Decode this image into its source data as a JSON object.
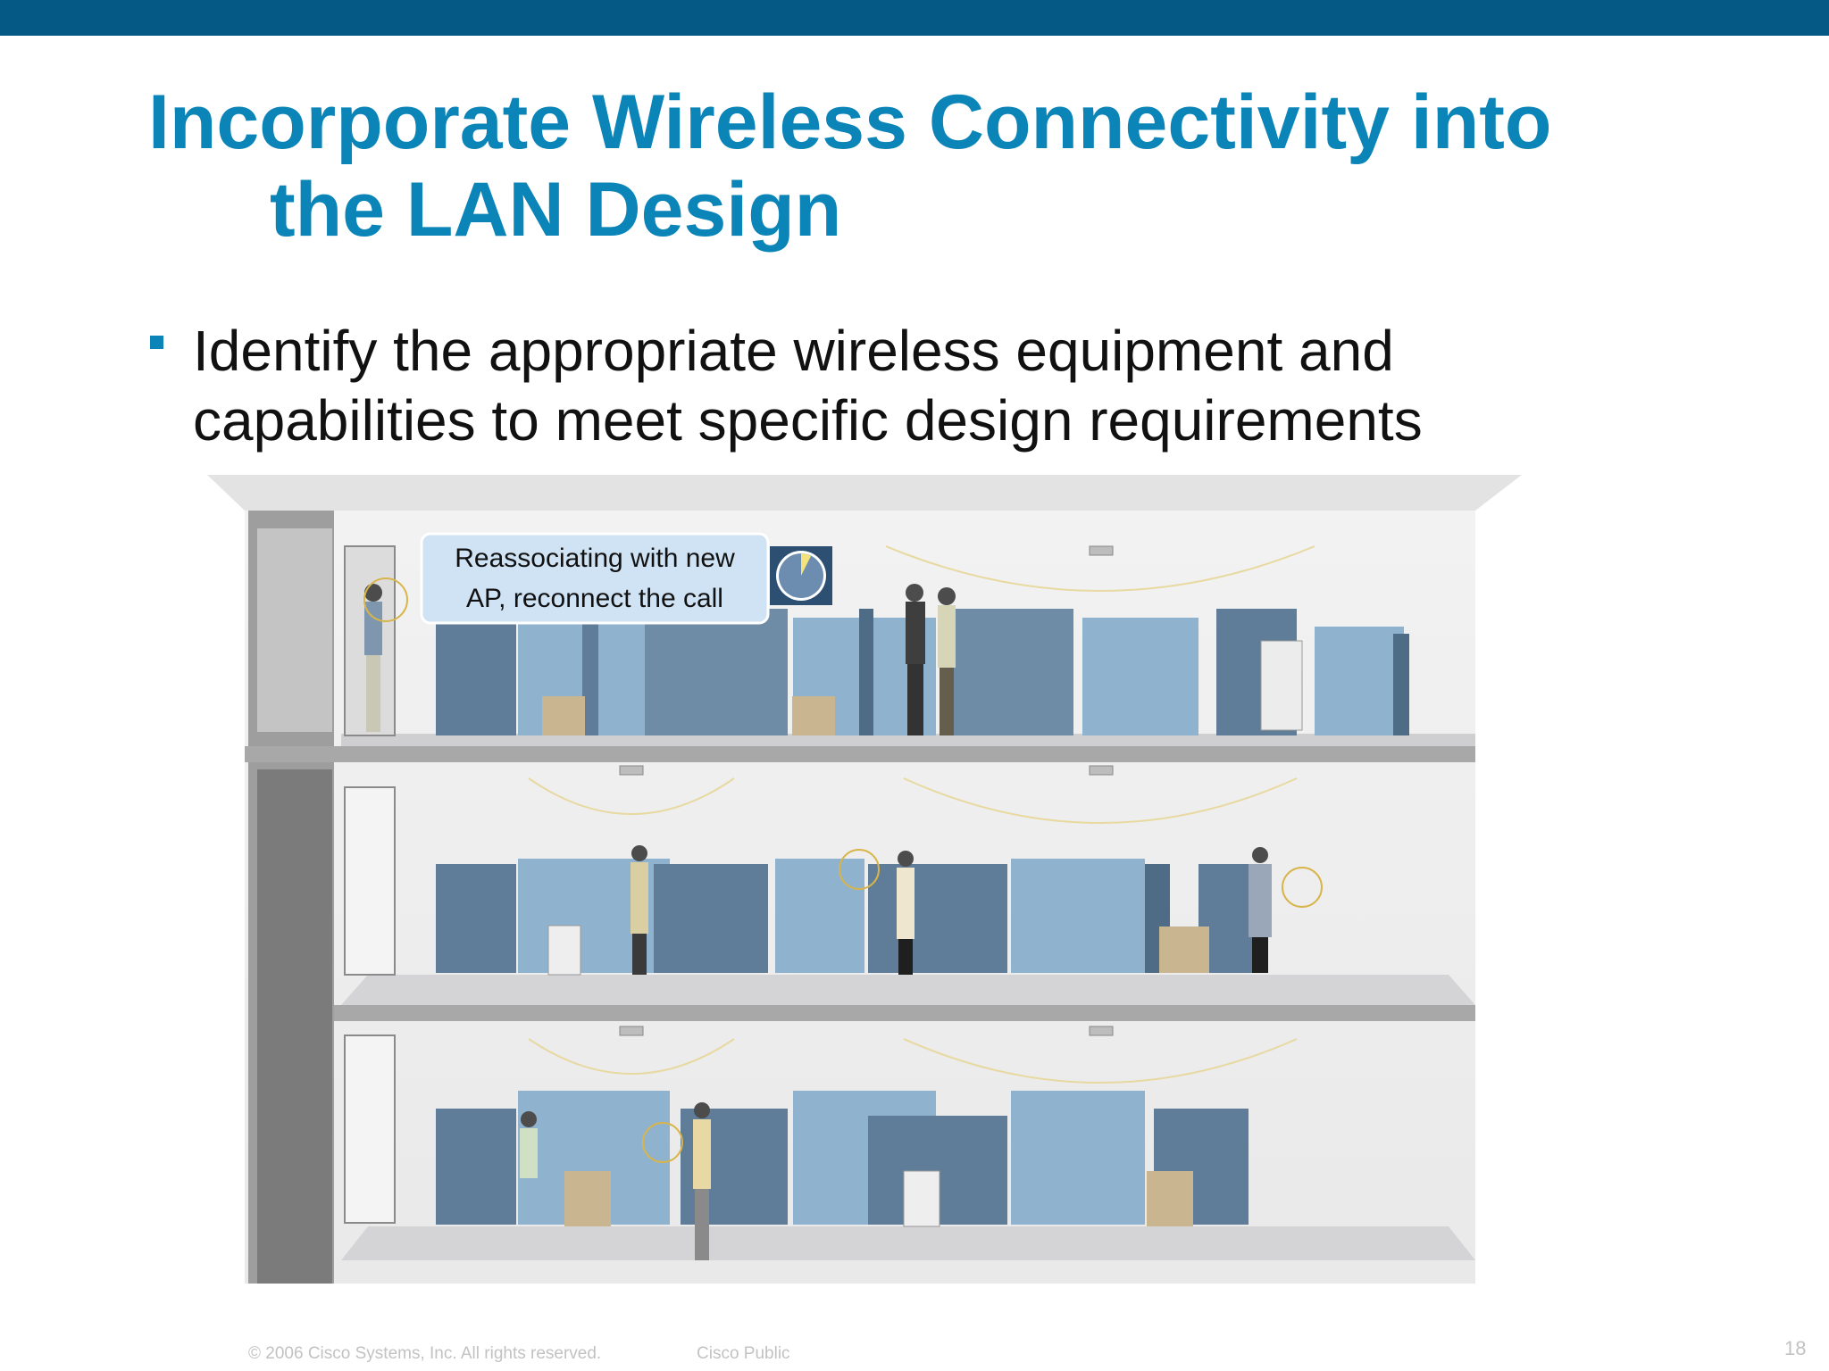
{
  "slide": {
    "title_line1": "Incorporate Wireless Connectivity into",
    "title_line2": "the LAN Design",
    "bullet_line1": "Identify the appropriate wireless equipment and",
    "bullet_line2": "capabilities to meet specific design requirements"
  },
  "illustration": {
    "callout_line1": "Reassociating with new",
    "callout_line2": "AP, reconnect the call",
    "floors": 3,
    "icons": [
      "elevator-icon",
      "access-point-icon",
      "clock-icon",
      "person-icon",
      "cubicle-icon",
      "wireless-device-icon"
    ]
  },
  "footer": {
    "copyright": "© 2006 Cisco Systems, Inc. All rights reserved.",
    "classification": "Cisco Public",
    "page_number": "18"
  },
  "colors": {
    "top_bar": "#045a84",
    "title": "#0b84b8",
    "cubicle_dark": "#5f7d98",
    "cubicle_light": "#8fb2cf"
  }
}
